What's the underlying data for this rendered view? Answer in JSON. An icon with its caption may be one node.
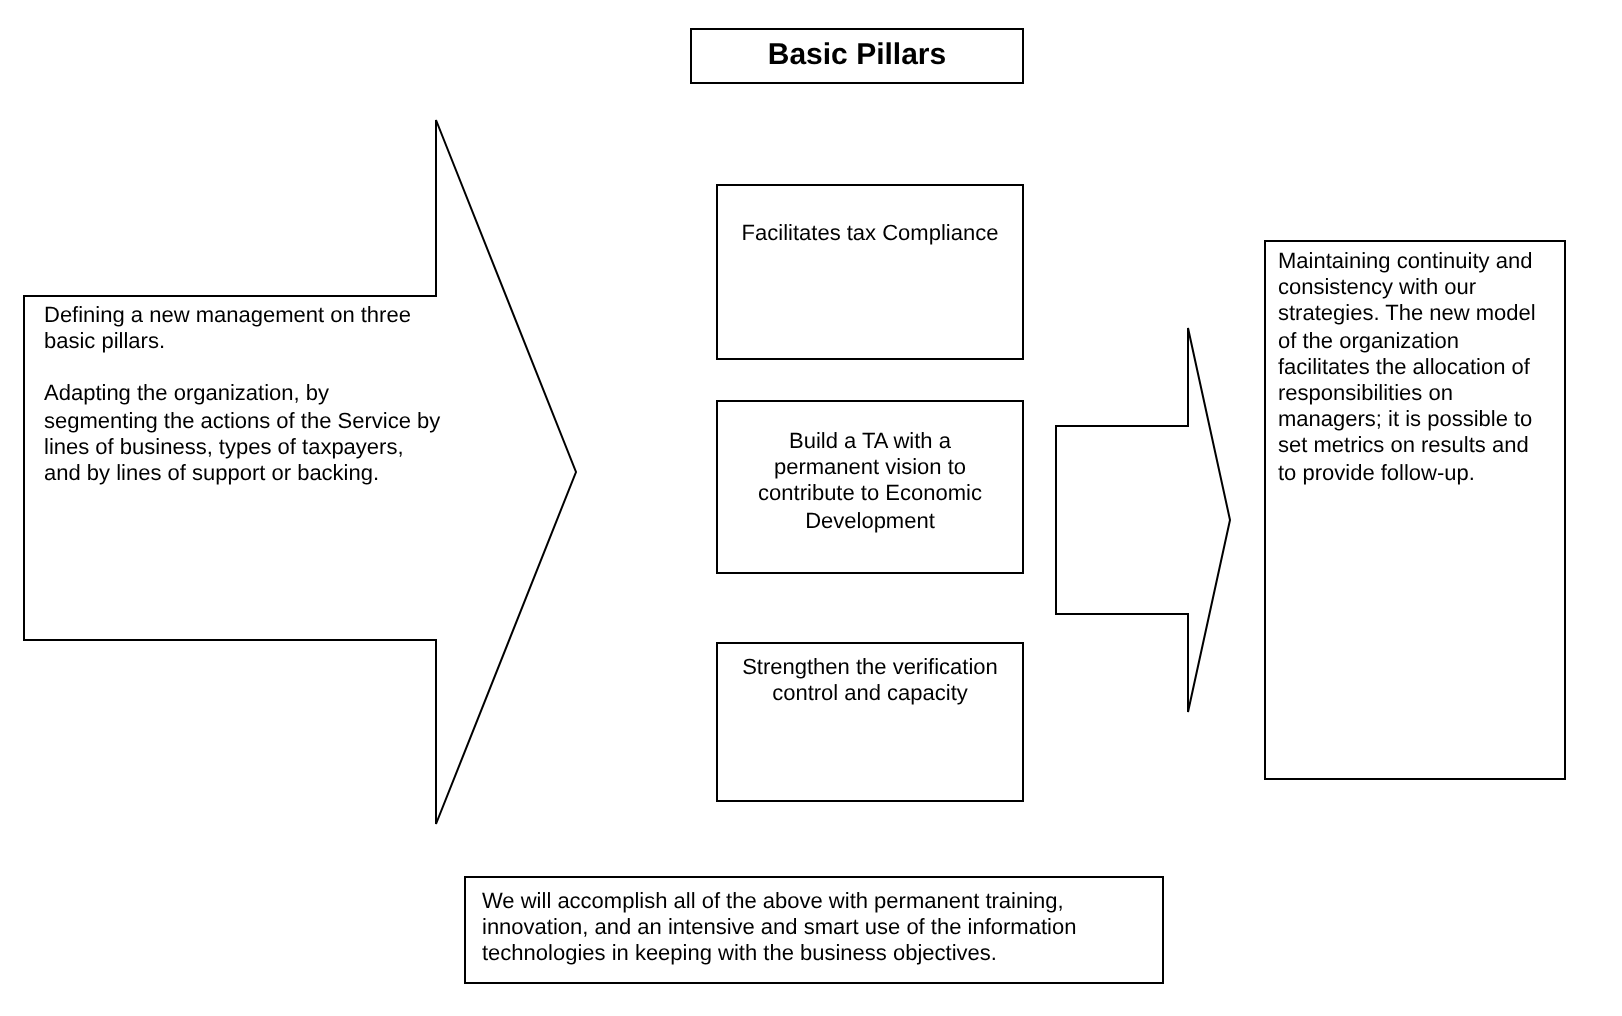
{
  "diagram": {
    "title": "Basic Pillars",
    "nodes": [
      {
        "text": [
          "Defining a new management on three basic pillars.",
          "Adapting the organization, by segmenting the actions of the Service by lines of business, types of taxpayers, and by lines of support or backing."
        ]
      },
      {
        "text": [
          "Facilitates tax Compliance"
        ]
      },
      {
        "text": [
          "Build a TA with a permanent vision to contribute to Economic Development"
        ]
      },
      {
        "text": [
          "Strengthen the verification control and capacity"
        ]
      },
      {
        "text": [
          "Maintaining continuity and consistency with our strategies.  The new model of the organization facilitates the allocation of responsibilities on managers; it is possible to set metrics on results and to provide follow-up."
        ]
      },
      {
        "text": [
          "We will accomplish all of the above with permanent training, innovation, and an intensive and smart use of the information technologies in keeping with the business objectives."
        ]
      }
    ],
    "edges": [
      {
        "from": 2,
        "to": 4,
        "arrow": "to"
      }
    ]
  }
}
